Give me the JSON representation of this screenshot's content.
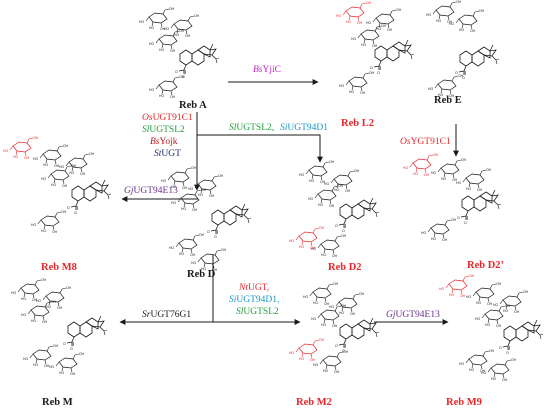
{
  "colors": {
    "black": "#1a1a1a",
    "red": "#e8262a",
    "green": "#1f9e3a",
    "cyan": "#1597c9",
    "purple": "#6a2f8c",
    "magenta": "#c21fc8",
    "navy": "#1c2a6c",
    "darkred": "#b3121a"
  },
  "compounds": {
    "reb_a": "Reb A",
    "reb_l2": "Reb L2",
    "reb_e": "Reb E",
    "reb_m8": "Reb M8",
    "reb_d": "Reb D",
    "reb_d2": "Reb D2",
    "reb_d2p": "Reb D2’",
    "reb_m": "Reb M",
    "reb_m2": "Reb M2",
    "reb_m9": "Reb M9"
  },
  "enzymes": {
    "bs_yjic": {
      "genus": "Bs",
      "name": "YjiC"
    },
    "os_ugt91c1": {
      "genus": "Os",
      "name": "UGT91C1"
    },
    "sl_ugtsl2_a": {
      "genus": "Sl",
      "name": "UGTSL2"
    },
    "bs_yojk": {
      "genus": "Bs",
      "name": "Yojk"
    },
    "st_ugt": {
      "genus": "St",
      "name": "UGT"
    },
    "sl_ugtsl2_b": {
      "genus": "Sl",
      "name": "UGTSL2,"
    },
    "si_ugt94d1_a": {
      "genus": "Si",
      "name": "UGT94D1"
    },
    "os_ygt91c1": {
      "genus": "Os",
      "name": "YGT91C1"
    },
    "gj_ugt94e13_a": {
      "genus": "Gj",
      "name": "UGT94E13"
    },
    "nt_ugt": {
      "genus": "Nt",
      "name": "UGT,"
    },
    "si_ugt94d1_b": {
      "genus": "Si",
      "name": "UGT94D1,"
    },
    "sl_ugtsl2_c": {
      "genus": "Sl",
      "name": "UGTSL2"
    },
    "sr_ugt76g1": {
      "genus": "Sr",
      "name": "UGT76G1"
    },
    "gj_ugt94e13_b": {
      "genus": "Gj",
      "name": "UGT94E13"
    }
  }
}
